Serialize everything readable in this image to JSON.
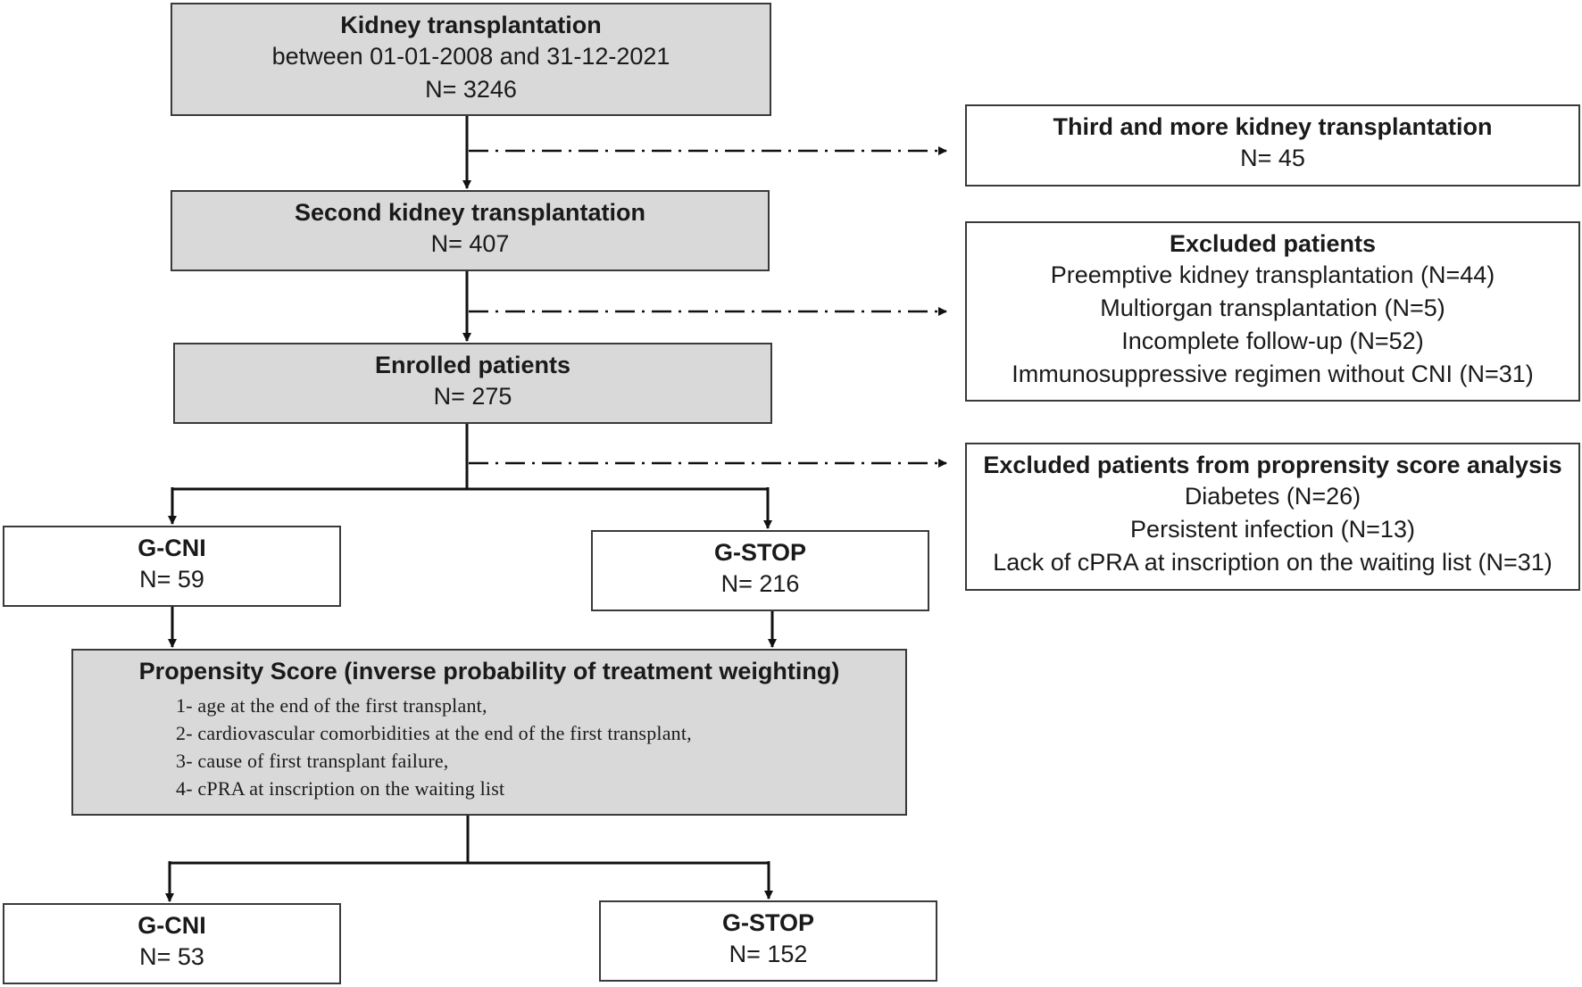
{
  "nodes": {
    "kidney_tx": {
      "title": "Kidney transplantation",
      "line": "between 01-01-2008 and 31-12-2021",
      "count": "N= 3246"
    },
    "third_tx": {
      "title": "Third and more kidney transplantation",
      "count": "N= 45"
    },
    "second_tx": {
      "title": "Second kidney transplantation",
      "count": "N= 407"
    },
    "excluded": {
      "title": "Excluded patients",
      "items": [
        "Preemptive kidney transplantation (N=44)",
        "Multiorgan transplantation (N=5)",
        "Incomplete follow-up (N=52)",
        "Immunosuppressive regimen without CNI (N=31)"
      ]
    },
    "enrolled": {
      "title": "Enrolled patients",
      "count": "N= 275"
    },
    "excluded_ps": {
      "title": "Excluded patients from proprensity score analysis",
      "items": [
        "Diabetes (N=26)",
        "Persistent infection (N=13)",
        "Lack of cPRA at inscription on the waiting list (N=31)"
      ]
    },
    "gcni_1": {
      "title": "G-CNI",
      "count": "N= 59"
    },
    "gstop_1": {
      "title": "G-STOP",
      "count": "N= 216"
    },
    "propensity": {
      "title": "Propensity Score (inverse probability of treatment weighting)",
      "items": [
        "1- age at the end of the first transplant,",
        "2- cardiovascular comorbidities at the end of the first transplant,",
        "3- cause of first transplant failure,",
        "4- cPRA at inscription on the waiting list"
      ]
    },
    "gcni_2": {
      "title": "G-CNI",
      "count": "N= 53"
    },
    "gstop_2": {
      "title": "G-STOP",
      "count": "N= 152"
    }
  },
  "colors": {
    "gray_fill": "#d9d9d9",
    "border": "#3a3a3a",
    "line": "#111111"
  }
}
